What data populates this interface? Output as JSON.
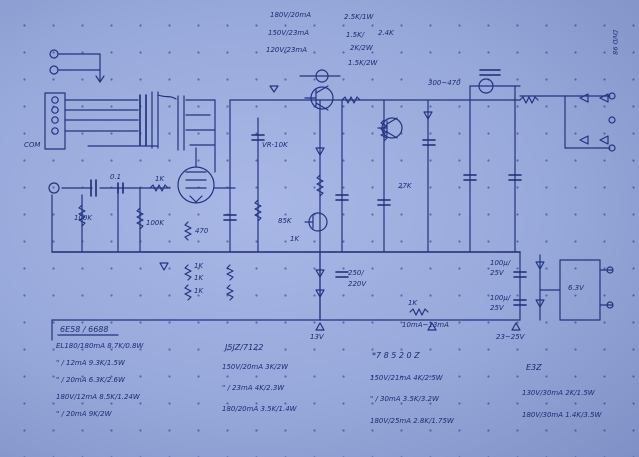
{
  "labels": {
    "top_sel_1": "180V/20mA",
    "top_sel_2": "150V/23mA",
    "top_sel_3": "120V/23mA",
    "top_r_1": "2.5K/1W",
    "top_r_2": "1.5K/",
    "top_r_3": "2.4K",
    "top_r_4": "2K/2W",
    "top_r_5": "1.5K/2W",
    "cap_top": "300~470",
    "com": "COM",
    "c_in": "0.1",
    "r_1k_grid": "1K",
    "r_100k_a": "100K",
    "r_100k_b": "100K",
    "r_470": "470",
    "pot": "VR-10K",
    "r_1k_a": "1K",
    "r_1k_b": "1K",
    "r_1k_c": "1K",
    "r_85k": "85K",
    "r_1k_d": "1K",
    "cap_250": "250/",
    "cap_250b": "220V",
    "r_27k": "27K",
    "cap_100_a": "100μ/",
    "cap_100_a2": "25V",
    "cap_100_b": "100μ/",
    "cap_100_b2": "25V",
    "r_1k_out": "1K",
    "out_10ma": "10mA~13mA",
    "out_23v": "23~25V",
    "out_13v": "13V",
    "bridge": "6.3V"
  },
  "table_a": {
    "title": "6E58 / 6688",
    "rows": [
      "EL180/180mA 8.7K/0.8W",
      "\" / 12mA 9.3K/1.5W",
      "\" / 20mA 6.3K/2.6W",
      "180V/12mA 8.5K/1.24W",
      "\" / 20mA 9K/2W"
    ]
  },
  "table_b": {
    "title": "J5JZ/7122",
    "rows": [
      "150V/20mA 3K/2W",
      "\" / 23mA 4K/2.3W",
      "180/20mA 3.5K/1.4W"
    ]
  },
  "table_c": {
    "title": "*7 8 5 2 0 Z",
    "rows": [
      "150V/21mA 4K/2.5W",
      "\" / 30mA 3.5K/3.2W",
      "180V/25mA 2.8K/1.75W"
    ]
  },
  "table_d": {
    "title": "E3Z",
    "rows": [
      "130V/30mA 2K/1.5W",
      "180V/30mA 1.4K/3.5W"
    ]
  },
  "corner": "DVD 98"
}
